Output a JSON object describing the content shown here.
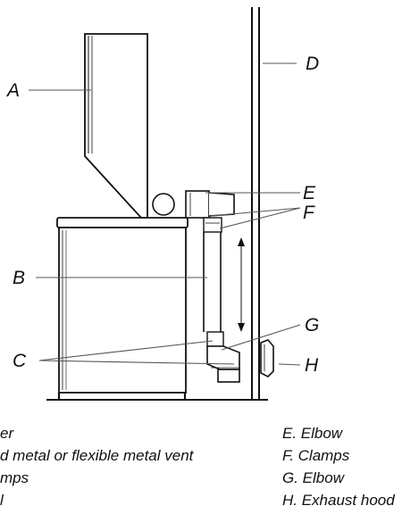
{
  "callouts": {
    "A": "A",
    "B": "B",
    "C": "C",
    "D": "D",
    "E": "E",
    "F": "F",
    "G": "G",
    "H": "H"
  },
  "legend_left": [
    "er",
    "d metal or flexible metal vent",
    "mps",
    "l"
  ],
  "legend_right": [
    "E. Elbow",
    "F. Clamps",
    "G. Elbow",
    "H. Exhaust hood"
  ]
}
